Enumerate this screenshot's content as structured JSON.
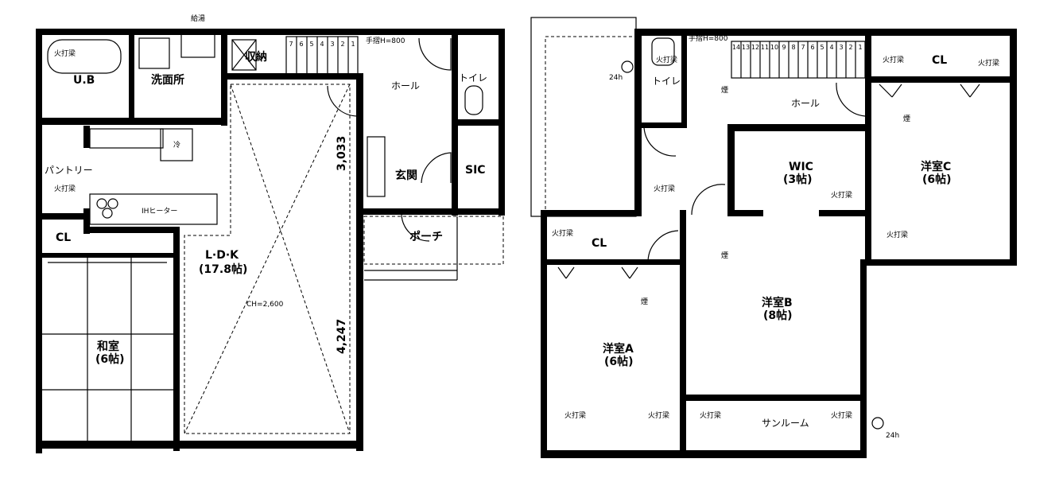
{
  "floor1": {
    "rooms": {
      "ub": "U.B",
      "washroom": "洗面所",
      "storage": "収納",
      "hall": "ホール",
      "toilet": "トイレ",
      "pantry": "パントリー",
      "fridge": "冷",
      "entrance": "玄関",
      "sic": "SIC",
      "porch": "ポーチ",
      "closet": "CL",
      "ldk": "L·D·K",
      "ldk_size": "(17.8帖)",
      "washitsu": "和室",
      "washitsu_size": "(6帖)"
    },
    "ceiling_height": "CH=2,600",
    "dim_upper": "3,033",
    "dim_lower": "4,247",
    "ih_heater": "IHヒーター",
    "water_heater": "給湯",
    "handrail": "手摺H=800",
    "brace": "火打梁",
    "stair_steps": [
      "7",
      "6",
      "5",
      "4",
      "3",
      "2",
      "1"
    ]
  },
  "floor2": {
    "rooms": {
      "toilet": "トイレ",
      "hall": "ホール",
      "closet_c": "CL",
      "wic": "WIC",
      "wic_size": "(3帖)",
      "room_c": "洋室C",
      "room_c_size": "(6帖)",
      "room_b": "洋室B",
      "room_b_size": "(8帖)",
      "room_a": "洋室A",
      "room_a_size": "(6帖)",
      "closet_a": "CL",
      "sunroom": "サンルーム"
    },
    "fan_label": "24h",
    "handrail": "手摺H=800",
    "brace": "火打梁",
    "smoke": "煙",
    "stair_steps": [
      "14",
      "13",
      "12",
      "11",
      "10",
      "9",
      "8",
      "7",
      "6",
      "5",
      "4",
      "3",
      "2",
      "1"
    ]
  }
}
